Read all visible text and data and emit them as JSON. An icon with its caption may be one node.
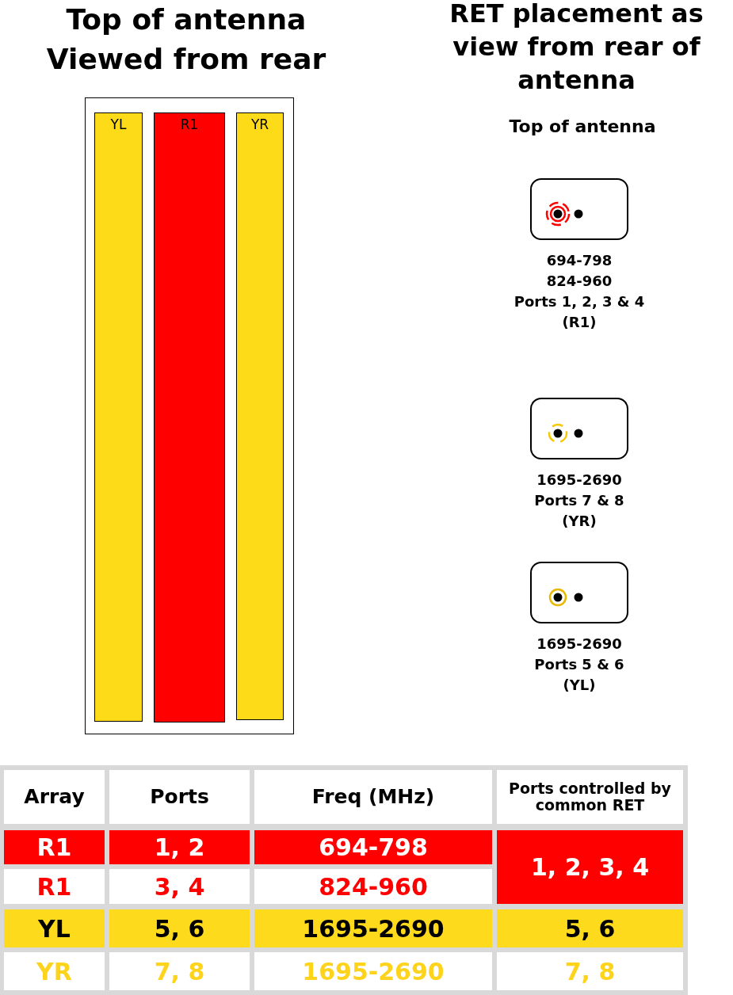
{
  "diagram": {
    "nodes": [
      {
        "text": [],
        "shape": "box"
      },
      {
        "text": [
          "YL"
        ],
        "in": 0
      },
      {
        "text": [
          "R1"
        ],
        "in": 0
      },
      {
        "text": [
          "YR"
        ],
        "in": 0
      },
      {
        "text": [],
        "shape": "box",
        "beside": [
          "694-798",
          "824-960",
          "Ports 1, 2, 3 & 4",
          "(R1)"
        ]
      },
      {
        "text": [],
        "shape": "box",
        "beside": [
          "1695-2690",
          "Ports 7 & 8",
          "(YR)"
        ]
      },
      {
        "text": [],
        "shape": "box",
        "beside": [
          "1695-2690",
          "Ports 5 & 6",
          "(YL)"
        ]
      }
    ],
    "edges": [],
    "labels": [
      "Top of antenna Viewed from rear",
      "RET placement as view from rear of antenna",
      "Top of antenna",
      "Array",
      "Ports",
      "Freq (MHz)",
      "Ports controlled by common RET",
      "R1",
      "1, 2",
      "694-798",
      "1, 2, 3, 4",
      "R1",
      "3, 4",
      "824-960",
      "YL",
      "5, 6",
      "1695-2690",
      "5, 6",
      "YR",
      "7, 8",
      "1695-2690",
      "7, 8"
    ]
  }
}
